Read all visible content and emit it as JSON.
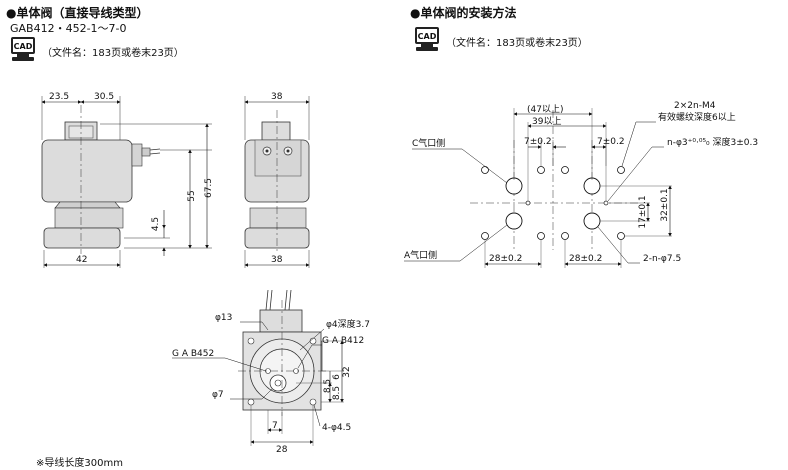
{
  "left": {
    "title": "●单体阀（直接导线类型）",
    "model": "GAB412・452-1～7-0",
    "cad_label": "CAD",
    "file_note": "（文件名：183页或卷末23页）",
    "dims": {
      "d23_5": "23.5",
      "d30_5": "30.5",
      "d38_top": "38",
      "d55": "55",
      "d67_5": "67.5",
      "d4_5": "4.5",
      "d42": "42",
      "d38_bottom": "38",
      "phi13": "φ13",
      "phi4_depth": "φ4深度3.7",
      "gab452": "G A B452",
      "gab412": "G A B412",
      "d6": "6",
      "d32": "32",
      "d8_5a": "8.5",
      "d8_5b": "8.5",
      "phi7": "φ7",
      "d7": "7",
      "d28": "28",
      "phi4_5": "4-φ4.5"
    },
    "footnote": "※导线长度300mm"
  },
  "right": {
    "title": "●单体阀的安装方法",
    "cad_label": "CAD",
    "file_note": "（文件名：183页或卷末23页）",
    "dims": {
      "d47": "(47以上)",
      "d39": "39以上",
      "d7a": "7±0.2",
      "d7b": "7±0.2",
      "m4": "2×2n-M4",
      "m4_note": "有效螺纹深度6以上",
      "phi3": "n-φ3⁺⁰·⁰⁵₀ 深度3±0.3",
      "c_side": "C气口侧",
      "a_side": "A气口侧",
      "d17": "17±0.1",
      "d32": "32±0.1",
      "d28a": "28±0.2",
      "d28b": "28±0.2",
      "phi7_5": "2-n-φ7.5"
    }
  }
}
